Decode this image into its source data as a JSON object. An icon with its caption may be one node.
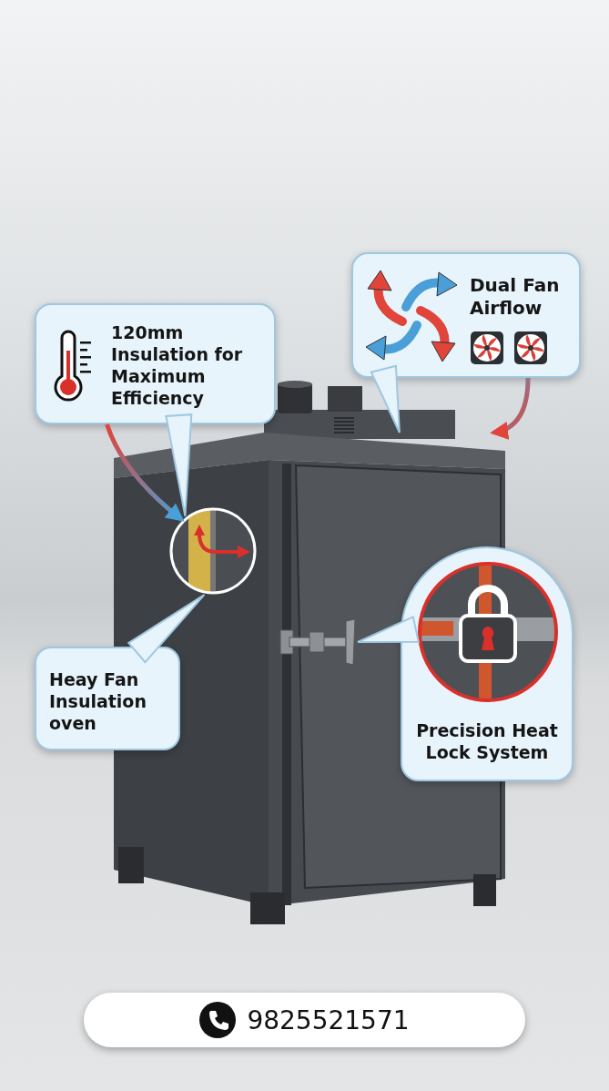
{
  "diagram": {
    "nodes": [
      {
        "text": [
          "120mm Insulation for Maximum Efficiency"
        ]
      },
      {
        "text": [
          "Dual Fan Airflow"
        ]
      },
      {
        "text": [],
        "shape": "picture"
      },
      {
        "text": [],
        "shape": "picture"
      },
      {
        "text": [],
        "shape": "picture",
        "in": 2
      },
      {
        "text": [
          "Heay Fan Insulation oven"
        ]
      },
      {
        "text": [
          "Precision Heat Lock System"
        ]
      },
      {
        "text": [],
        "shape": "picture",
        "in": 6
      },
      {
        "text": [
          "9825521571"
        ]
      }
    ],
    "edges": [
      {
        "from": 0,
        "to": 3,
        "arrow": "none"
      },
      {
        "from": 0,
        "to": 3,
        "arrow": "to"
      },
      {
        "from": 1,
        "to": 2,
        "arrow": "none"
      },
      {
        "from": 1,
        "to": 2,
        "arrow": "to"
      },
      {
        "from": 5,
        "to": 3,
        "arrow": "none"
      },
      {
        "from": 6,
        "to": 4,
        "arrow": "none"
      }
    ]
  }
}
